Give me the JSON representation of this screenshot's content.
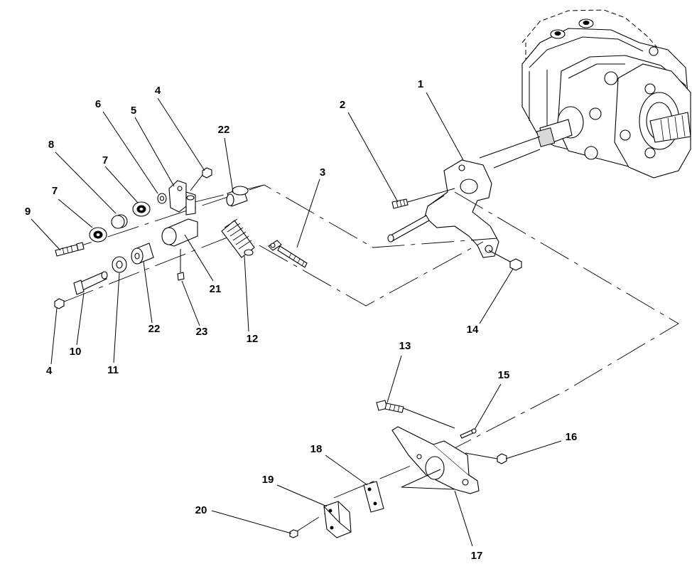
{
  "callouts": {
    "c1": "1",
    "c2": "2",
    "c3": "3",
    "c4a": "4",
    "c4b": "4",
    "c5": "5",
    "c6": "6",
    "c7a": "7",
    "c7b": "7",
    "c8": "8",
    "c9": "9",
    "c10": "10",
    "c11": "11",
    "c12": "12",
    "c13": "13",
    "c14": "14",
    "c15": "15",
    "c16": "16",
    "c17": "17",
    "c18": "18",
    "c19": "19",
    "c20": "20",
    "c21": "21",
    "c22a": "22",
    "c22b": "22",
    "c23": "23"
  }
}
